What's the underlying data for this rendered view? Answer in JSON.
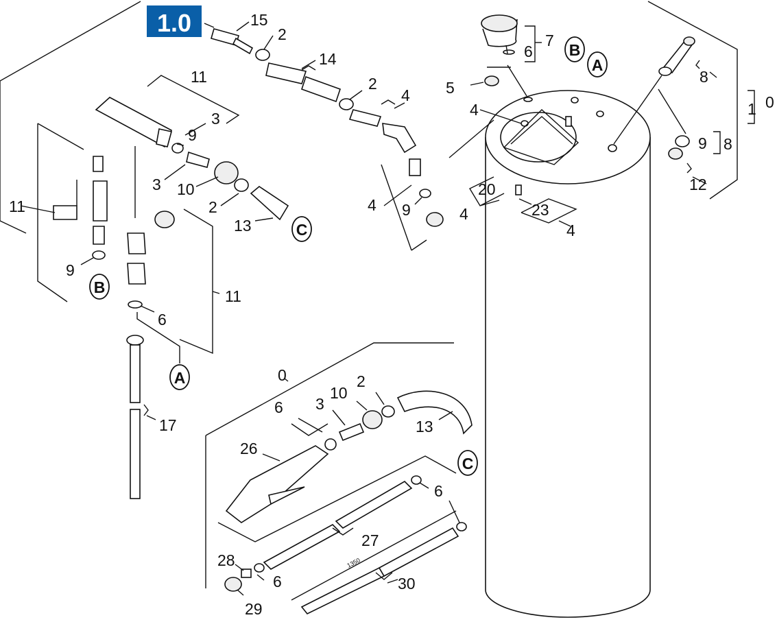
{
  "badge": "1.0",
  "labels": {
    "l15": "15",
    "l2a": "2",
    "l14": "14",
    "l2b": "2",
    "l4a": "4",
    "l11a": "11",
    "l3a": "3",
    "l9a": "9",
    "l3b": "3",
    "l10a": "10",
    "l2c": "2",
    "l13a": "13",
    "l11b": "11",
    "l9b": "9",
    "l11c": "11",
    "l6a": "6",
    "l17": "17",
    "l7": "7",
    "l6b": "6",
    "l5": "5",
    "l4b": "4",
    "l1": "1",
    "l0a": "0",
    "l8a": "8",
    "l9c": "9",
    "l8b": "8",
    "l12": "12",
    "l20": "20",
    "l23": "23",
    "l4c": "4",
    "l4d": "4",
    "l9d": "9",
    "l4e": "4",
    "l0b": "0",
    "l6c": "6",
    "l3c": "3",
    "l10b": "10",
    "l2d": "2",
    "l13b": "13",
    "l26": "26",
    "l6d": "6",
    "l27": "27",
    "l28": "28",
    "l6e": "6",
    "l29": "29",
    "l30": "30",
    "l1350": "1350"
  },
  "connectors": {
    "a1": "A",
    "a2": "A",
    "b1": "B",
    "b2": "B",
    "c1": "C",
    "c2": "C"
  }
}
